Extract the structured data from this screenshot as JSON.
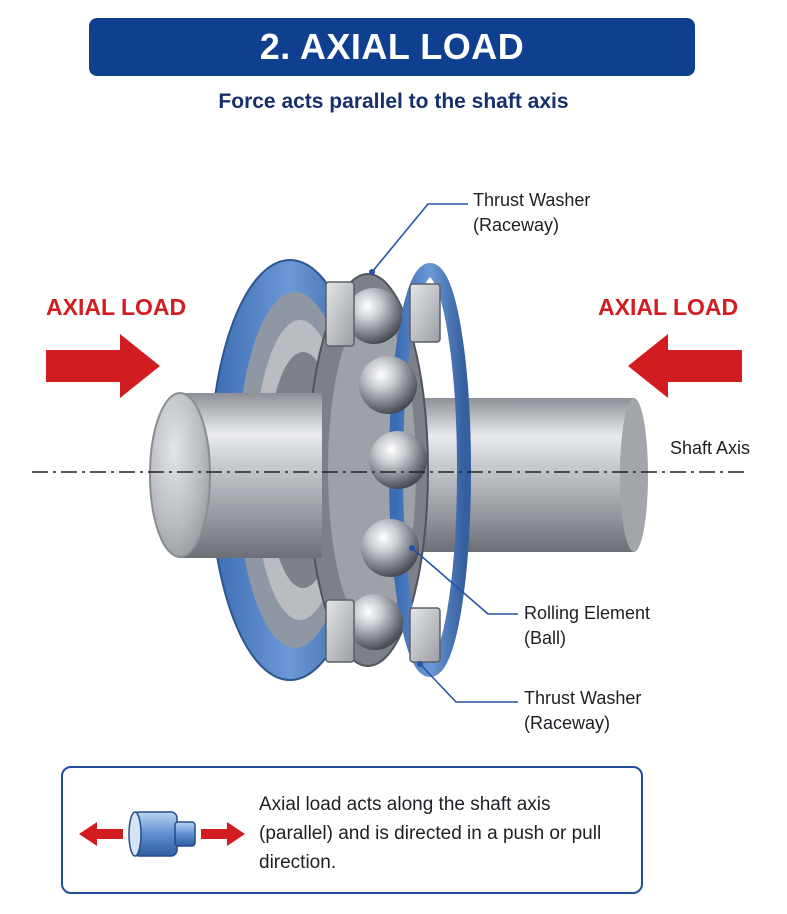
{
  "header": {
    "title": "2. AXIAL LOAD",
    "subtitle": "Force acts parallel to the shaft axis"
  },
  "diagram": {
    "load_left": "AXIAL LOAD",
    "load_right": "AXIAL LOAD",
    "shaft_axis": "Shaft Axis",
    "callouts": {
      "top_washer_line1": "Thrust Washer",
      "top_washer_line2": "(Raceway)",
      "rolling_line1": "Rolling Element",
      "rolling_line2": "(Ball)",
      "bottom_washer_line1": "Thrust Washer",
      "bottom_washer_line2": "(Raceway)"
    }
  },
  "info": {
    "text": "Axial load acts along the shaft axis (parallel) and is directed in a push or pull direction."
  },
  "colors": {
    "banner": "#0f3f8f",
    "subtitle": "#15306d",
    "arrow": "#d21d20",
    "washer_blue": "#4f7fc4",
    "box_border": "#1f4f9c"
  }
}
